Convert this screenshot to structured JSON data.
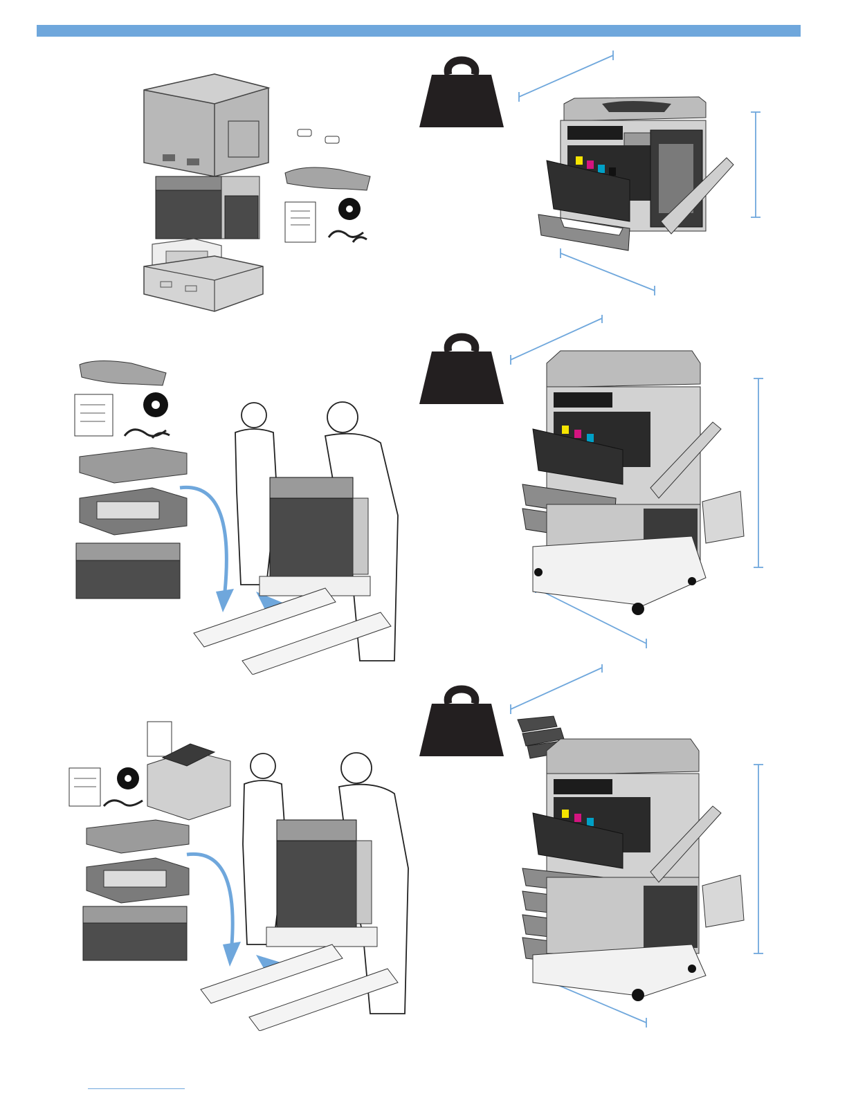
{
  "header_bar": {
    "color": "#6fa7dc"
  },
  "icons": {
    "weight": "weight-icon",
    "disc": "cd-disc-icon",
    "arrow": "curved-arrow-icon"
  },
  "colors": {
    "accent": "#6fa7dc",
    "weight": "#231f20",
    "toner_yellow": "#f5e400",
    "toner_magenta": "#d4147f",
    "toner_cyan": "#00a0c6"
  },
  "sections": [
    {
      "id": "model-1",
      "description_text": ""
    },
    {
      "id": "model-2",
      "description_text": ""
    },
    {
      "id": "model-3",
      "description_text": ""
    }
  ],
  "footer": {
    "link_text": ""
  }
}
